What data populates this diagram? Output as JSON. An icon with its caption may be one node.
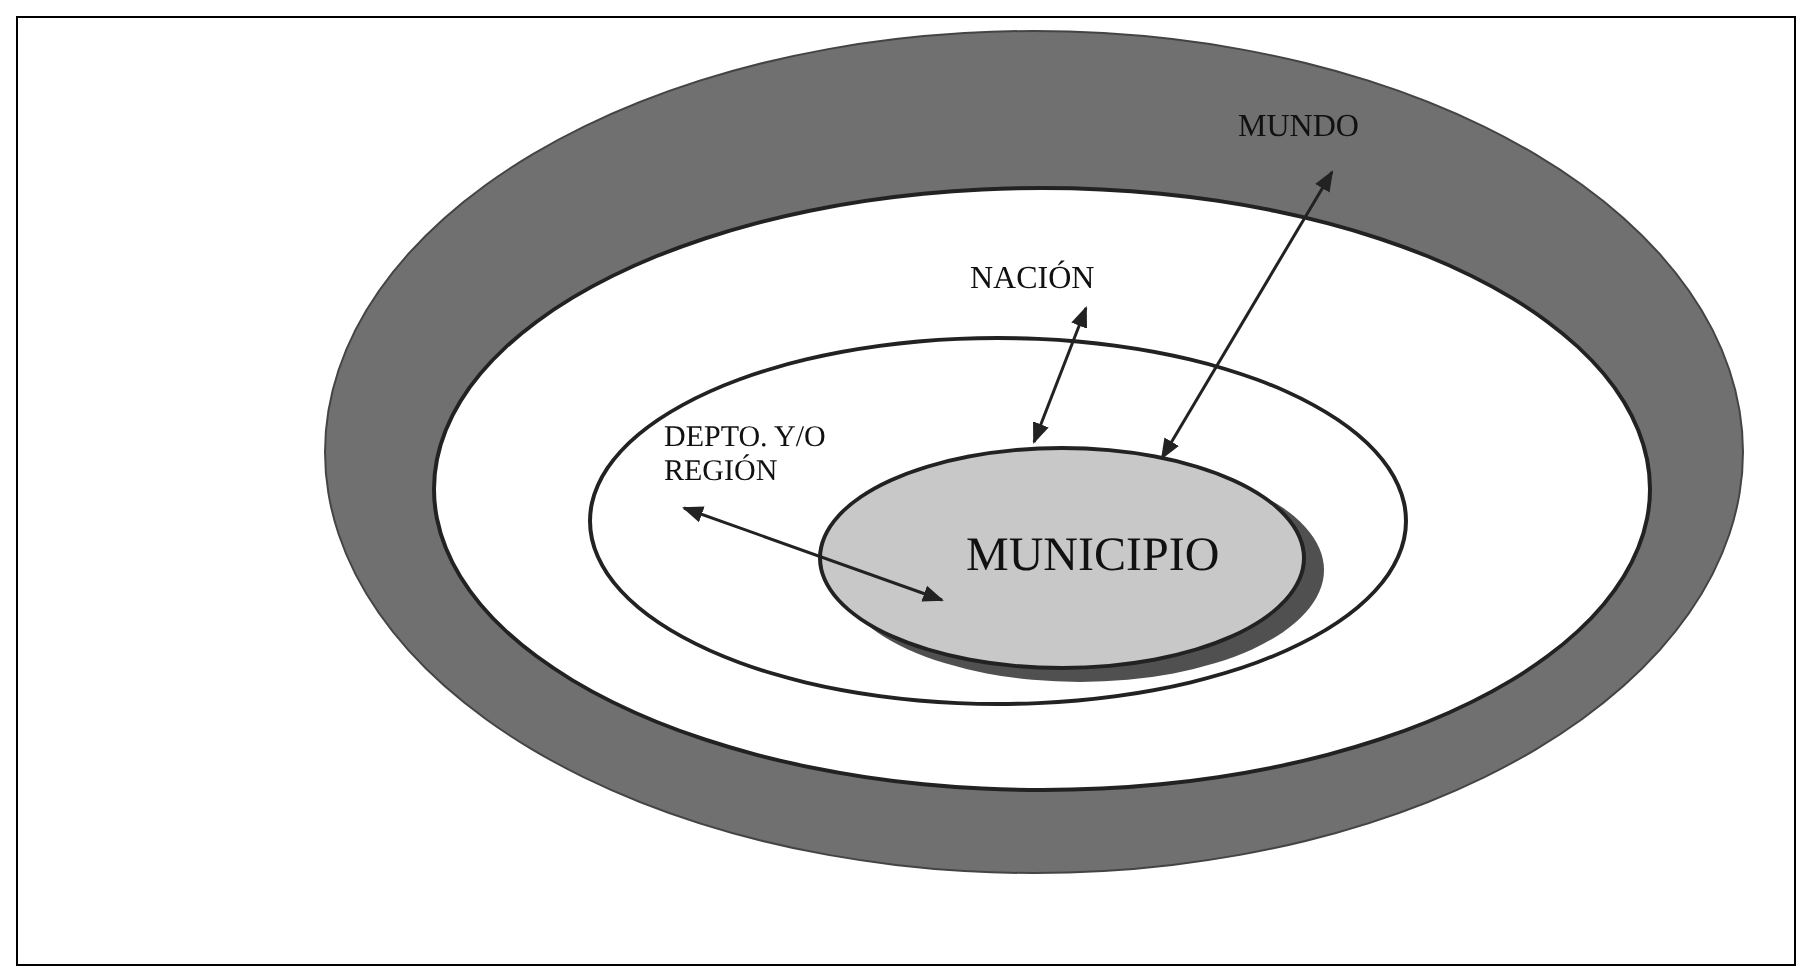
{
  "diagram": {
    "nodes": [
      {
        "text": [
          "MUNDO"
        ]
      },
      {
        "text": [
          "NACIÓN"
        ],
        "in": 0
      },
      {
        "text": [
          "DEPTO. Y/O REGIÓN"
        ],
        "in": 1
      },
      {
        "text": [
          "MUNICIPIO"
        ],
        "in": 2
      }
    ],
    "edges": [
      {
        "from": 0,
        "to": 3,
        "arrow": "both"
      },
      {
        "from": 1,
        "to": 3,
        "arrow": "both"
      },
      {
        "from": 2,
        "to": 3,
        "arrow": "both"
      }
    ]
  }
}
